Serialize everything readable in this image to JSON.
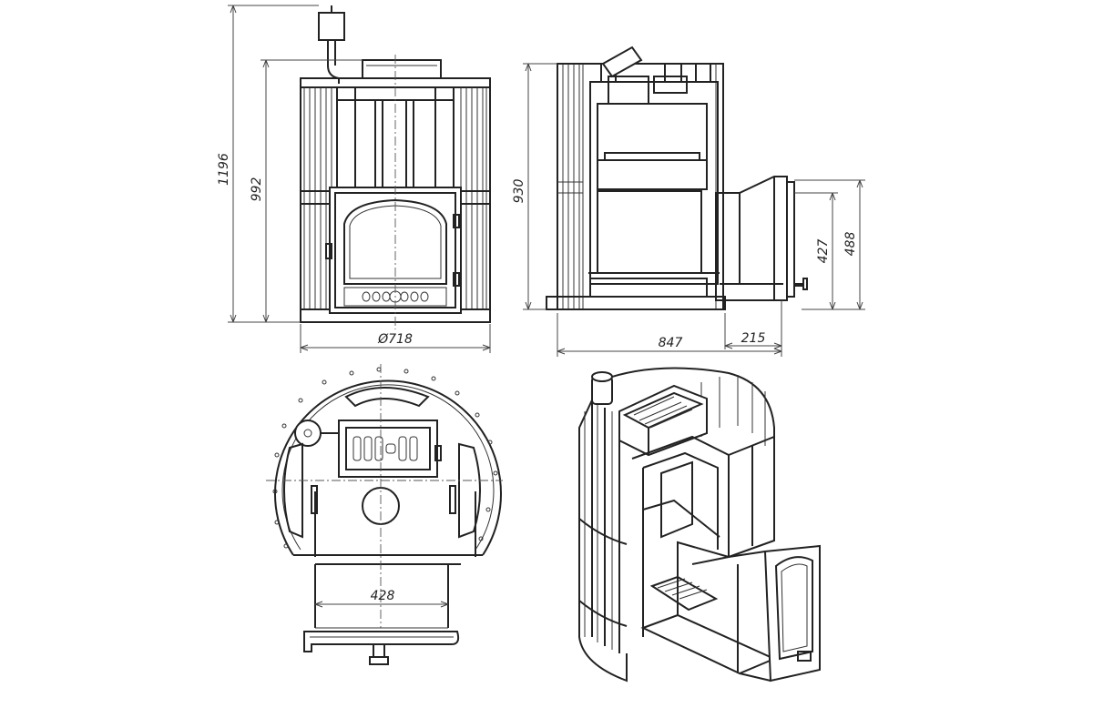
{
  "dimensions": {
    "total_height": "1196",
    "body_height": "992",
    "side_height": "930",
    "diameter": "Ø718",
    "total_depth": "847",
    "tunnel_length": "215",
    "door_height": "427",
    "tunnel_height": "488",
    "tunnel_width": "428"
  },
  "colors": {
    "line": "#222222",
    "background": "#ffffff"
  }
}
